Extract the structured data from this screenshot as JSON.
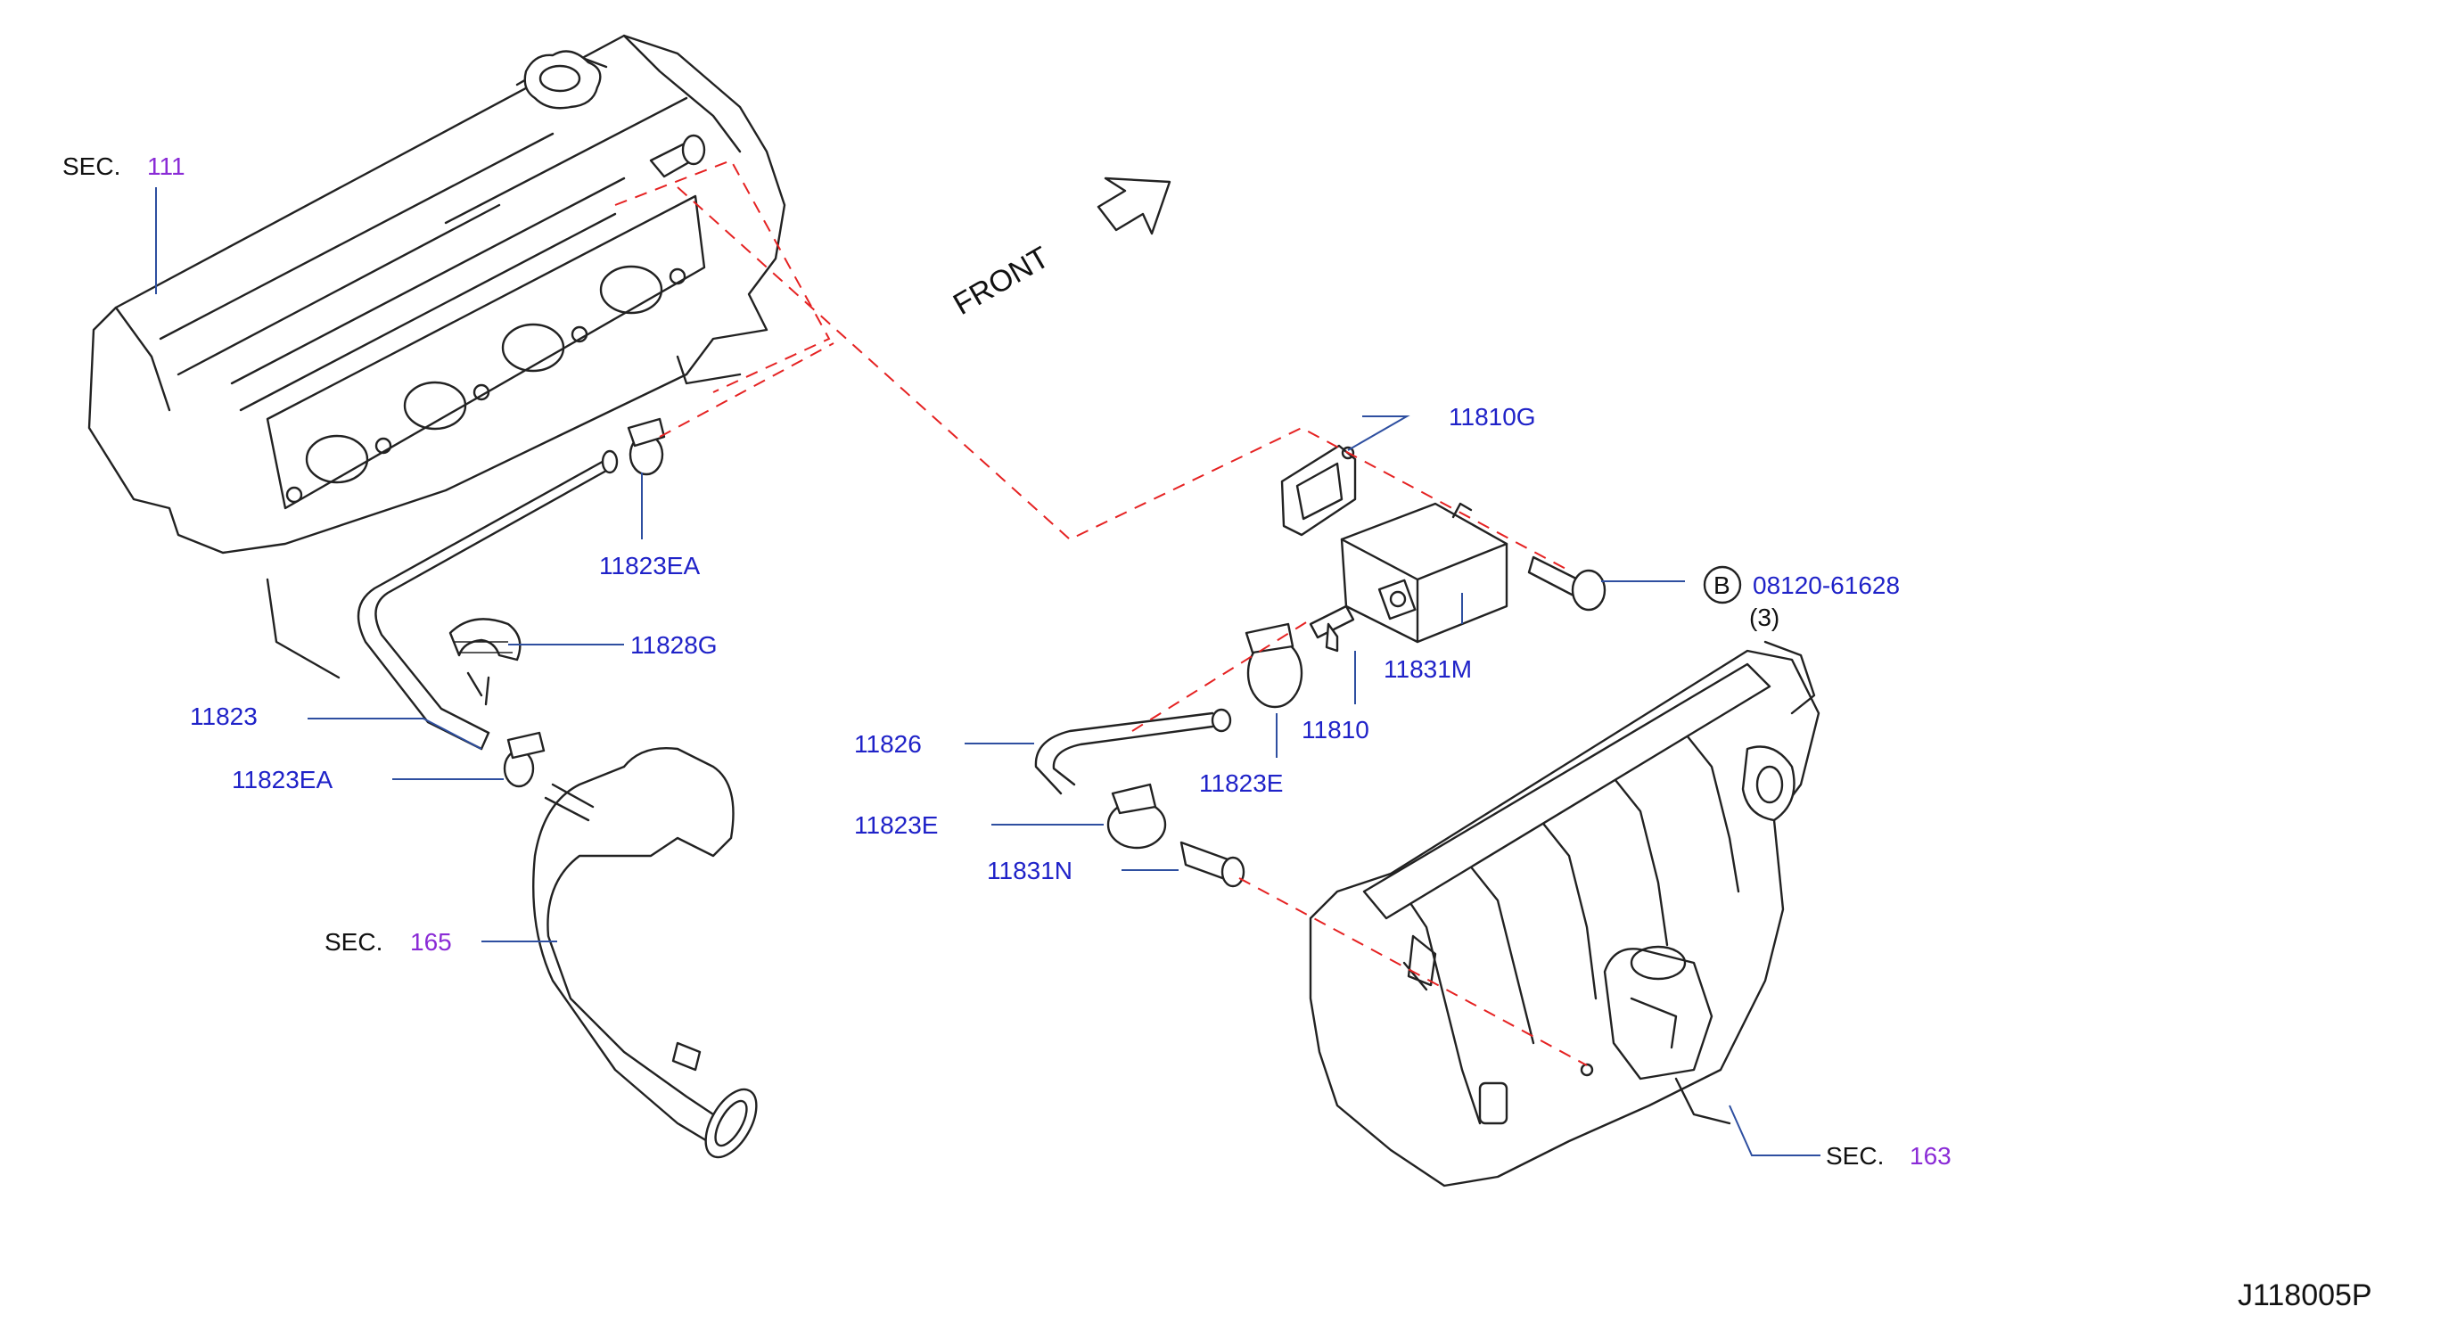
{
  "diagram_code": "J118005P",
  "front_label": "FRONT",
  "sections": {
    "sec_111": {
      "prefix": "SEC.",
      "number": "111"
    },
    "sec_165": {
      "prefix": "SEC.",
      "number": "165"
    },
    "sec_163": {
      "prefix": "SEC.",
      "number": "163"
    }
  },
  "parts": {
    "p_11810G": "11810G",
    "p_11823EA_top": "11823EA",
    "p_11828G": "11828G",
    "p_11823": "11823",
    "p_11823EA_bottom": "11823EA",
    "p_11826": "11826",
    "p_11823E_upper": "11823E",
    "p_11823E_lower": "11823E",
    "p_11831N": "11831N",
    "p_11810": "11810",
    "p_11831M": "11831M",
    "p_bolt": "08120-61628"
  },
  "bolt_marker": "B",
  "bolt_qty": "(3)",
  "colors": {
    "part_number": "#1f22c8",
    "section_number": "#8a2bd6",
    "leader_line": "#2e4fa0",
    "dashed_guide": "#e52222",
    "line_art": "#222222"
  }
}
